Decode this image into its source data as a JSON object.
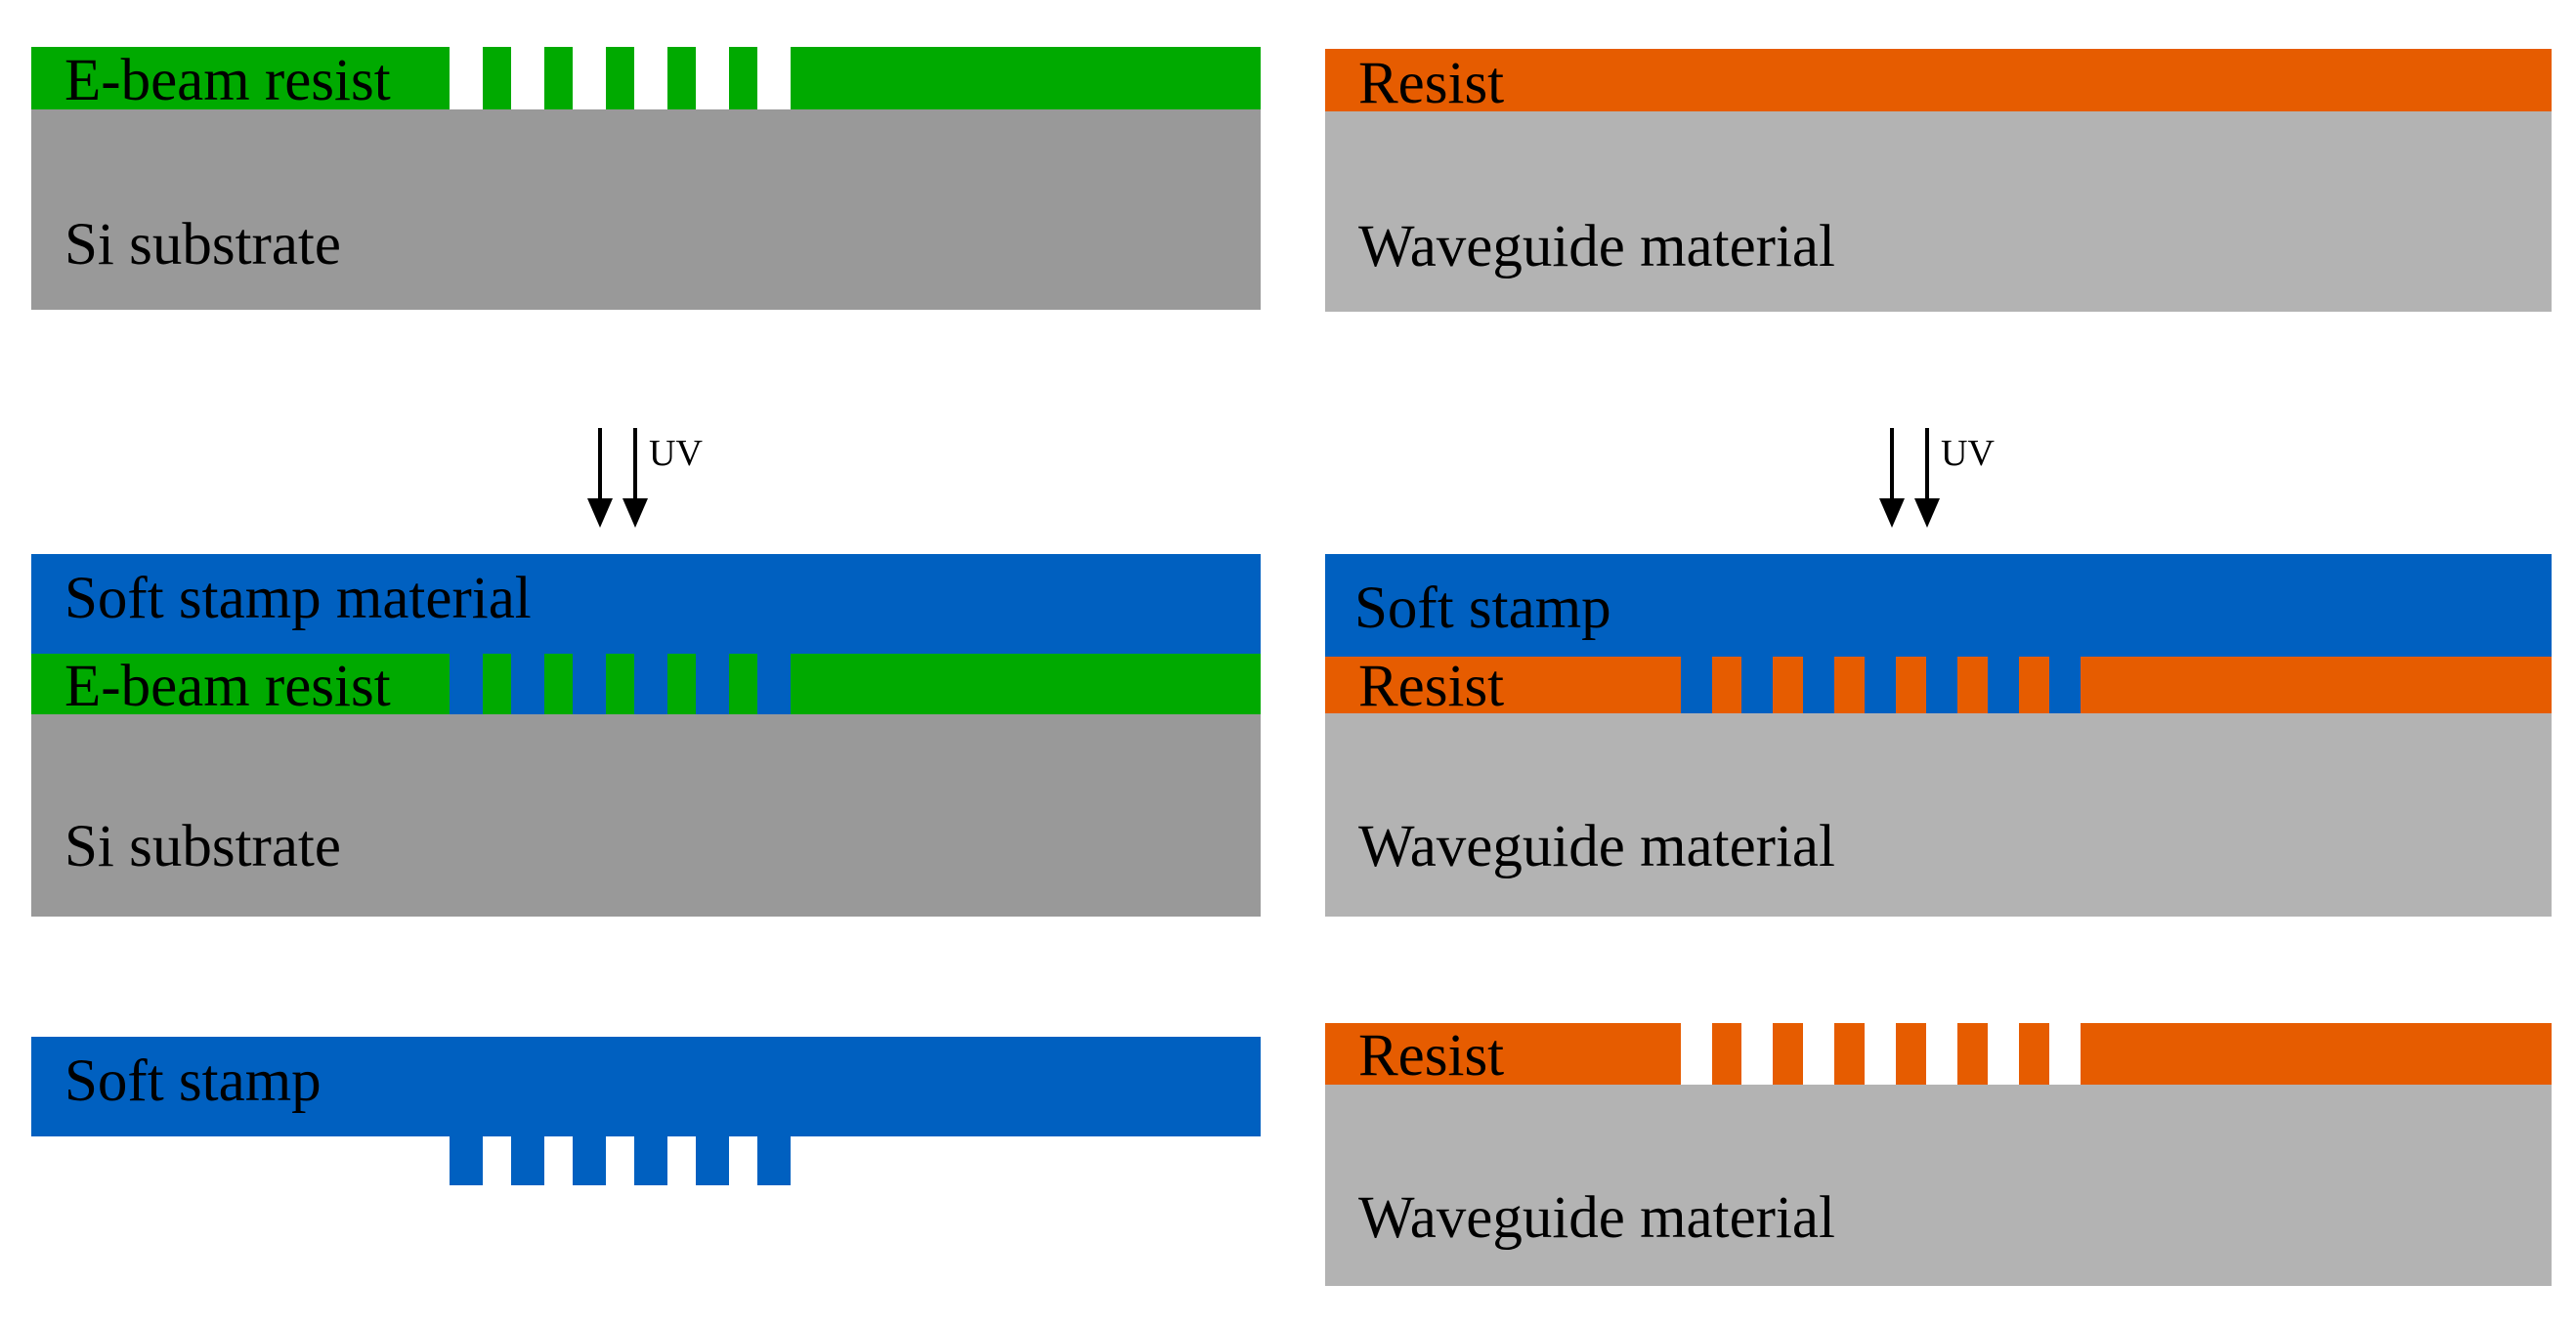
{
  "colors": {
    "e_beam_resist": "#00AA00",
    "si_substrate": "#999999",
    "soft_stamp": "#0060C0",
    "resist": "#E65C00",
    "waveguide_material": "#B3B3B3",
    "arrow": "#000000",
    "gap": "#FFFFFF"
  },
  "left_column": {
    "step1": {
      "resist_label": "E-beam resist",
      "substrate_label": "Si substrate"
    },
    "arrow": {
      "label": "UV"
    },
    "step2": {
      "stamp_label": "Soft stamp material",
      "resist_label": "E-beam resist",
      "substrate_label": "Si substrate"
    },
    "step3": {
      "stamp_label": "Soft stamp"
    }
  },
  "right_column": {
    "step1": {
      "resist_label": "Resist",
      "substrate_label": "Waveguide material"
    },
    "arrow": {
      "label": "UV"
    },
    "step2": {
      "stamp_label": "Soft stamp",
      "resist_label": "Resist",
      "substrate_label": "Waveguide material"
    },
    "step3": {
      "resist_label": "Resist",
      "substrate_label": "Waveguide material"
    }
  }
}
